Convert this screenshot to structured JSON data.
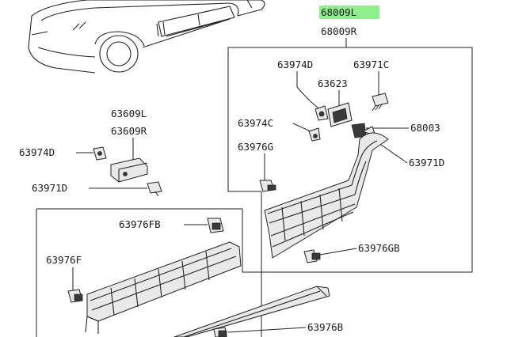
{
  "diagram": {
    "highlight_color": "#8ef08a",
    "labels": {
      "p68009L": "68009L",
      "p68009R": "68009R",
      "p63974D_top": "63974D",
      "p63971C": "63971C",
      "p63623": "63623",
      "p63974C": "63974C",
      "p68003": "68003",
      "p63976G": "63976G",
      "p63971D_right": "63971D",
      "p63609L": "63609L",
      "p63609R": "63609R",
      "p63974D_left": "63974D",
      "p63971D_left": "63971D",
      "p63976FB": "63976FB",
      "p63976F": "63976F",
      "p63976GB": "63976GB",
      "p63976B": "63976B"
    }
  }
}
